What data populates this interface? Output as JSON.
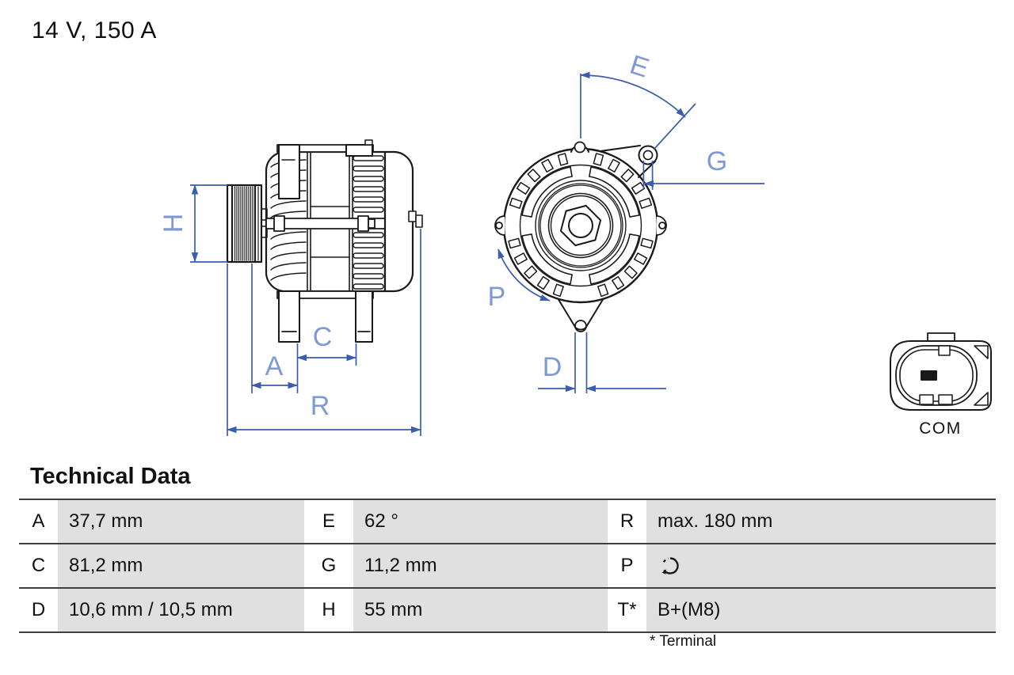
{
  "title": "14 V, 150 A",
  "diagram": {
    "labels": {
      "h": "H",
      "a": "A",
      "c": "C",
      "r": "R",
      "e": "E",
      "g": "G",
      "p": "P",
      "d": "D"
    },
    "connector_label": "COM",
    "colors": {
      "dimension_line": "#3A5DAD",
      "dimension_label": "#7E99D4",
      "drawing_line": "#1a1a1a"
    }
  },
  "technical_data": {
    "heading": "Technical Data",
    "rows": [
      [
        "A",
        "37,7 mm",
        "E",
        "62 °",
        "R",
        "max. 180 mm"
      ],
      [
        "C",
        "81,2 mm",
        "G",
        "11,2 mm",
        "P",
        ""
      ],
      [
        "D",
        "10,6 mm / 10,5 mm",
        "H",
        "55 mm",
        "T*",
        "B+(M8)"
      ]
    ],
    "p_value_icon": "counterclockwise-rotation-arrow",
    "footnote": "* Terminal"
  }
}
